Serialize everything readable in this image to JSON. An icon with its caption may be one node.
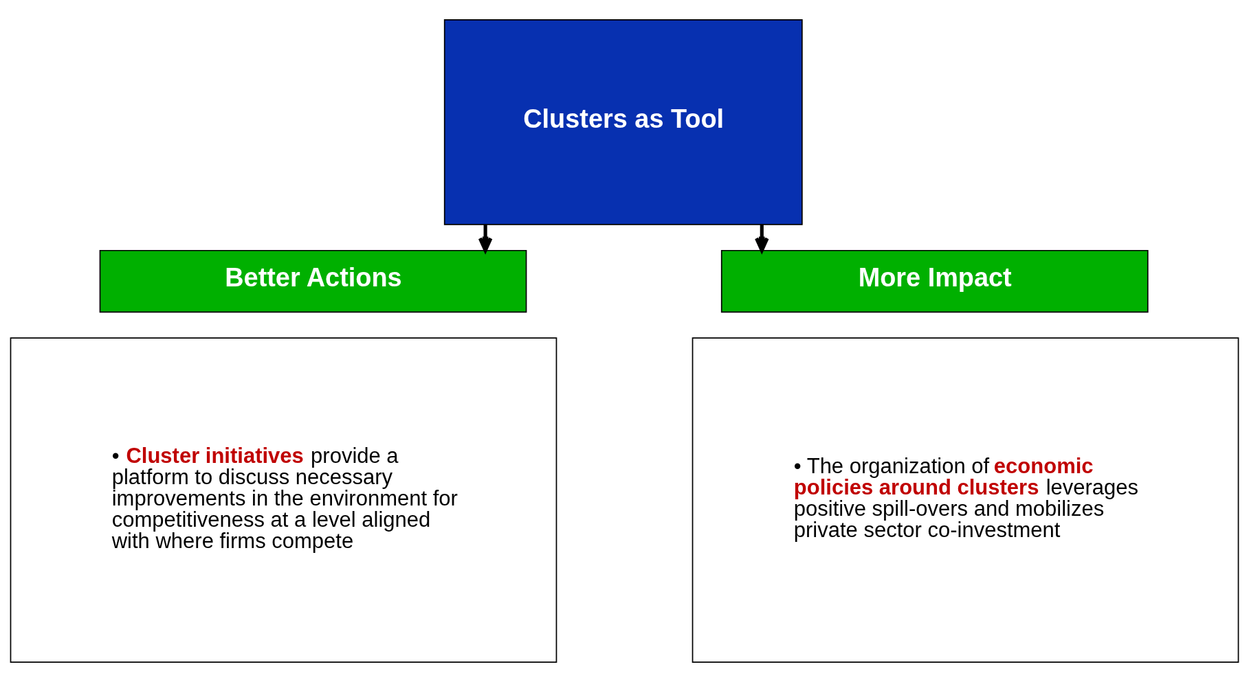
{
  "diagram": {
    "nodes": [
      {
        "text": [
          "Clusters as Tool"
        ]
      },
      {
        "text": [
          "Better Actions"
        ]
      },
      {
        "text": [
          "• **Cluster initiatives** provide a platform to discuss necessary improvements in the environment for competitiveness at a level aligned with where firms compete"
        ]
      },
      {
        "text": [
          "More Impact"
        ]
      },
      {
        "text": [
          "• The organization of **economic policies around clusters** leverages positive spill-overs and mobilizes private sector co-investment"
        ]
      }
    ],
    "edges": [
      {
        "from": 0,
        "to": 1,
        "arrow": "to"
      },
      {
        "from": 0,
        "to": 3,
        "arrow": "to"
      }
    ]
  }
}
